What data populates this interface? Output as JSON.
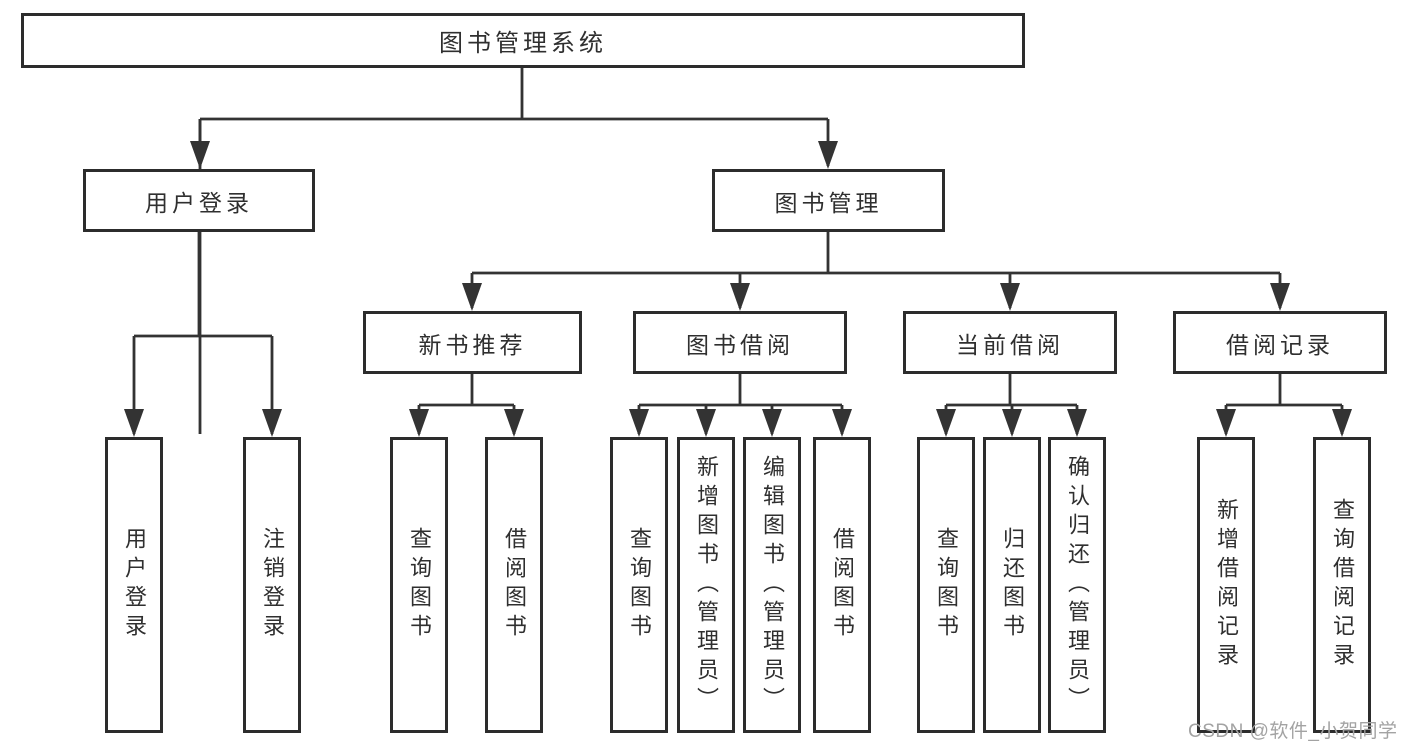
{
  "title": "图书管理系统",
  "level2": {
    "user_login": "用户登录",
    "book_mgmt": "图书管理"
  },
  "level3": {
    "new_book_rec": "新书推荐",
    "book_borrow": "图书借阅",
    "current_borrow": "当前借阅",
    "borrow_records": "借阅记录"
  },
  "leaves": {
    "user_login": [
      "用户登录",
      "注销登录"
    ],
    "new_book_rec": [
      "查询图书",
      "借阅图书"
    ],
    "book_borrow": [
      "查询图书",
      "新增图书（管理员）",
      "编辑图书（管理员）",
      "借阅图书"
    ],
    "current_borrow": [
      "查询图书",
      "归还图书",
      "确认归还（管理员）"
    ],
    "borrow_records": [
      "新增借阅记录",
      "查询借阅记录"
    ]
  },
  "watermark": "CSDN @软件_小贺同学",
  "colors": {
    "line": "#333333",
    "border": "#2c2c2c",
    "text": "#2f2f2f",
    "watermark": "#a3a3a3",
    "background": "#ffffff"
  }
}
